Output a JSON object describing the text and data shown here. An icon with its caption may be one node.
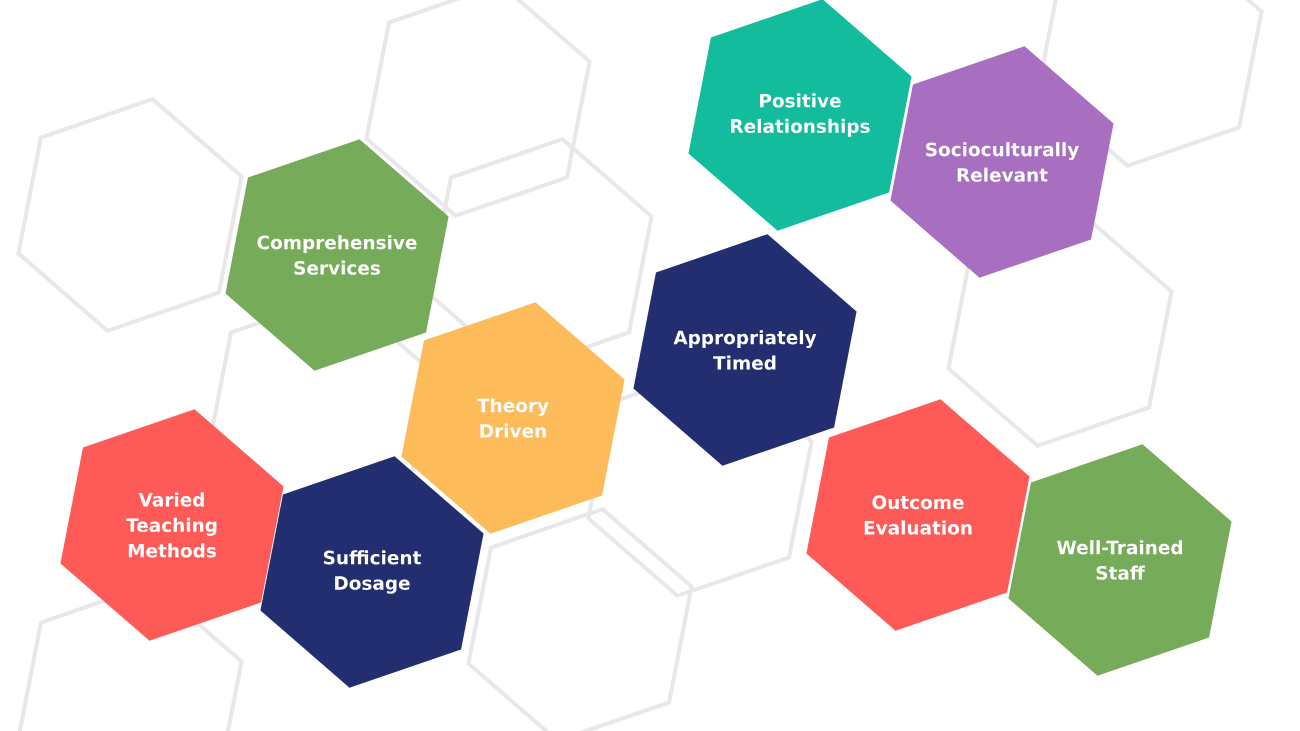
{
  "diagram": {
    "nodes": [
      {
        "text": [
          "Positive Relationships"
        ]
      },
      {
        "text": [
          "Socioculturally Relevant"
        ]
      },
      {
        "text": [
          "Comprehensive Services"
        ]
      },
      {
        "text": [
          "Appropriately Timed"
        ]
      },
      {
        "text": [
          "Theory Driven"
        ]
      },
      {
        "text": [
          "Varied Teaching Methods"
        ]
      },
      {
        "text": [
          "Outcome Evaluation"
        ]
      },
      {
        "text": [
          "Sufficient Dosage"
        ]
      },
      {
        "text": [
          "Well-Trained Staff"
        ]
      }
    ]
  }
}
